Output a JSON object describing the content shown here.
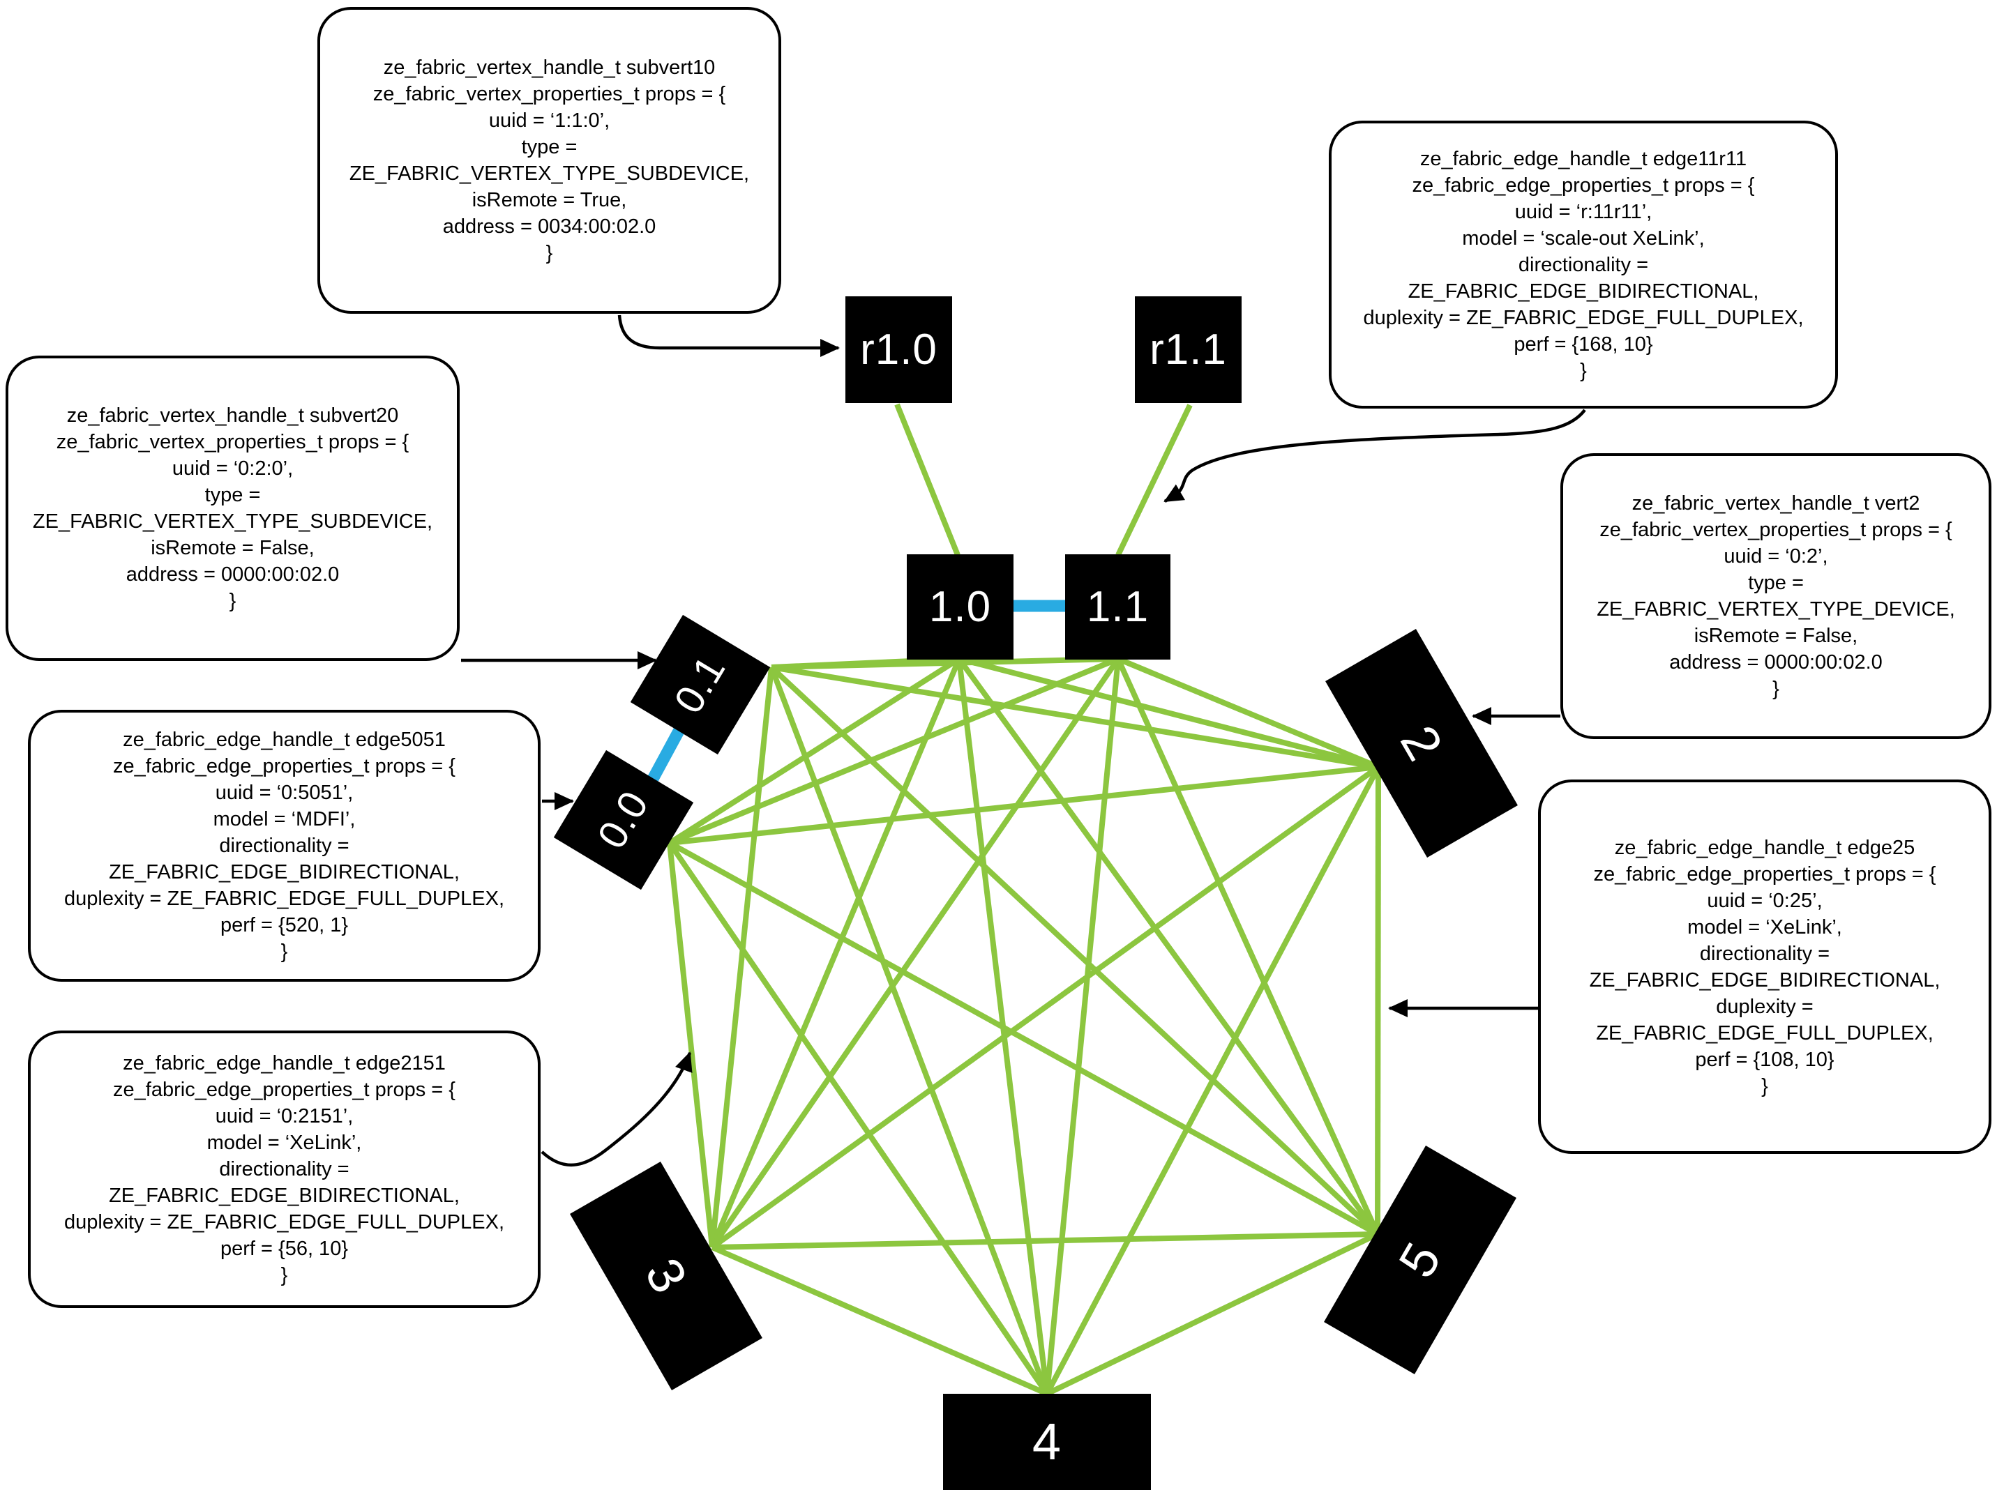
{
  "diagram": {
    "colors": {
      "xelink_green": "#8CC63F",
      "mdfi_blue": "#29ABE2",
      "node_fill": "#000000",
      "node_text": "#FFFFFF",
      "callout_bg": "#FFFFFF",
      "callout_border": "#000000"
    },
    "nodes": [
      {
        "id": "r1.0",
        "label": "r1.0"
      },
      {
        "id": "r1.1",
        "label": "r1.1"
      },
      {
        "id": "1.0",
        "label": "1.0"
      },
      {
        "id": "1.1",
        "label": "1.1"
      },
      {
        "id": "0.1",
        "label": "0.1"
      },
      {
        "id": "0.0",
        "label": "0.0"
      },
      {
        "id": "2",
        "label": "2"
      },
      {
        "id": "3",
        "label": "3"
      },
      {
        "id": "4",
        "label": "4"
      },
      {
        "id": "5",
        "label": "5"
      }
    ],
    "edges": [
      {
        "from": "r1.0",
        "to": "1.0",
        "type": "xelink",
        "model": "scale-out XeLink",
        "fromAnchor": "r1.0",
        "toAnchor": "1.0-top"
      },
      {
        "from": "r1.1",
        "to": "1.1",
        "type": "xelink",
        "model": "scale-out XeLink",
        "fromAnchor": "r1.1",
        "toAnchor": "1.1-top"
      },
      {
        "from": "1.0",
        "to": "1.1",
        "type": "mdfi",
        "model": "MDFI",
        "fromAnchor": "1.0-m",
        "toAnchor": "1.1-m"
      },
      {
        "from": "0.0",
        "to": "0.1",
        "type": "mdfi",
        "model": "MDFI",
        "fromAnchor": "0.0-m",
        "toAnchor": "0.1-m"
      },
      {
        "from": "0.0",
        "to": "1.0",
        "type": "xelink",
        "model": "XeLink"
      },
      {
        "from": "0.0",
        "to": "1.1",
        "type": "xelink",
        "model": "XeLink"
      },
      {
        "from": "0.0",
        "to": "2",
        "type": "xelink",
        "model": "XeLink"
      },
      {
        "from": "0.0",
        "to": "3",
        "type": "xelink",
        "model": "XeLink"
      },
      {
        "from": "0.0",
        "to": "4",
        "type": "xelink",
        "model": "XeLink"
      },
      {
        "from": "0.0",
        "to": "5",
        "type": "xelink",
        "model": "XeLink"
      },
      {
        "from": "0.1",
        "to": "1.0",
        "type": "xelink",
        "model": "XeLink"
      },
      {
        "from": "0.1",
        "to": "1.1",
        "type": "xelink",
        "model": "XeLink"
      },
      {
        "from": "0.1",
        "to": "2",
        "type": "xelink",
        "model": "XeLink"
      },
      {
        "from": "0.1",
        "to": "3",
        "type": "xelink",
        "model": "XeLink"
      },
      {
        "from": "0.1",
        "to": "4",
        "type": "xelink",
        "model": "XeLink"
      },
      {
        "from": "0.1",
        "to": "5",
        "type": "xelink",
        "model": "XeLink"
      },
      {
        "from": "1.0",
        "to": "2",
        "type": "xelink",
        "model": "XeLink"
      },
      {
        "from": "1.0",
        "to": "3",
        "type": "xelink",
        "model": "XeLink"
      },
      {
        "from": "1.0",
        "to": "4",
        "type": "xelink",
        "model": "XeLink"
      },
      {
        "from": "1.0",
        "to": "5",
        "type": "xelink",
        "model": "XeLink"
      },
      {
        "from": "1.1",
        "to": "2",
        "type": "xelink",
        "model": "XeLink"
      },
      {
        "from": "1.1",
        "to": "3",
        "type": "xelink",
        "model": "XeLink"
      },
      {
        "from": "1.1",
        "to": "4",
        "type": "xelink",
        "model": "XeLink"
      },
      {
        "from": "1.1",
        "to": "5",
        "type": "xelink",
        "model": "XeLink"
      },
      {
        "from": "2",
        "to": "3",
        "type": "xelink",
        "model": "XeLink"
      },
      {
        "from": "2",
        "to": "4",
        "type": "xelink",
        "model": "XeLink"
      },
      {
        "from": "2",
        "to": "5",
        "type": "xelink",
        "model": "XeLink"
      },
      {
        "from": "3",
        "to": "4",
        "type": "xelink",
        "model": "XeLink"
      },
      {
        "from": "3",
        "to": "5",
        "type": "xelink",
        "model": "XeLink"
      },
      {
        "from": "4",
        "to": "5",
        "type": "xelink",
        "model": "XeLink"
      }
    ],
    "callouts": [
      {
        "id": "subvert10",
        "lines": [
          "ze_fabric_vertex_handle_t subvert10",
          "ze_fabric_vertex_properties_t props = {",
          "uuid = ‘1:1:0’,",
          "type =",
          "ZE_FABRIC_VERTEX_TYPE_SUBDEVICE,",
          "isRemote = True,",
          "address = 0034:00:02.0",
          "}"
        ]
      },
      {
        "id": "subvert20",
        "lines": [
          "ze_fabric_vertex_handle_t subvert20",
          "ze_fabric_vertex_properties_t props = {",
          "uuid = ‘0:2:0’,",
          "type =",
          "ZE_FABRIC_VERTEX_TYPE_SUBDEVICE,",
          "isRemote = False,",
          "address = 0000:00:02.0",
          "}"
        ]
      },
      {
        "id": "edge5051",
        "lines": [
          "ze_fabric_edge_handle_t edge5051",
          "ze_fabric_edge_properties_t props = {",
          "uuid = ‘0:5051’,",
          "model = ‘MDFI’,",
          "directionality =",
          "ZE_FABRIC_EDGE_BIDIRECTIONAL,",
          "duplexity = ZE_FABRIC_EDGE_FULL_DUPLEX,",
          "perf = {520, 1}",
          "}"
        ]
      },
      {
        "id": "edge2151",
        "lines": [
          "ze_fabric_edge_handle_t edge2151",
          "ze_fabric_edge_properties_t props = {",
          "uuid = ‘0:2151’,",
          "model = ‘XeLink’,",
          "directionality =",
          "ZE_FABRIC_EDGE_BIDIRECTIONAL,",
          "duplexity = ZE_FABRIC_EDGE_FULL_DUPLEX,",
          "perf = {56, 10}",
          "}"
        ]
      },
      {
        "id": "edge11r11",
        "lines": [
          "ze_fabric_edge_handle_t edge11r11",
          "ze_fabric_edge_properties_t props = {",
          "uuid = ‘r:11r11’,",
          "model = ‘scale-out XeLink’,",
          "directionality =",
          "ZE_FABRIC_EDGE_BIDIRECTIONAL,",
          "duplexity = ZE_FABRIC_EDGE_FULL_DUPLEX,",
          "perf = {168, 10}",
          "}"
        ]
      },
      {
        "id": "vert2",
        "lines": [
          "ze_fabric_vertex_handle_t vert2",
          "ze_fabric_vertex_properties_t props = {",
          "uuid = ‘0:2’,",
          "type =",
          "ZE_FABRIC_VERTEX_TYPE_DEVICE,",
          "isRemote = False,",
          "address = 0000:00:02.0",
          "}"
        ]
      },
      {
        "id": "edge25",
        "lines": [
          "ze_fabric_edge_handle_t edge25",
          "ze_fabric_edge_properties_t props = {",
          "uuid = ‘0:25’,",
          "model = ‘XeLink’,",
          "directionality =",
          "ZE_FABRIC_EDGE_BIDIRECTIONAL,",
          "duplexity =",
          "ZE_FABRIC_EDGE_FULL_DUPLEX,",
          "perf = {108, 10}",
          "}"
        ]
      }
    ]
  }
}
